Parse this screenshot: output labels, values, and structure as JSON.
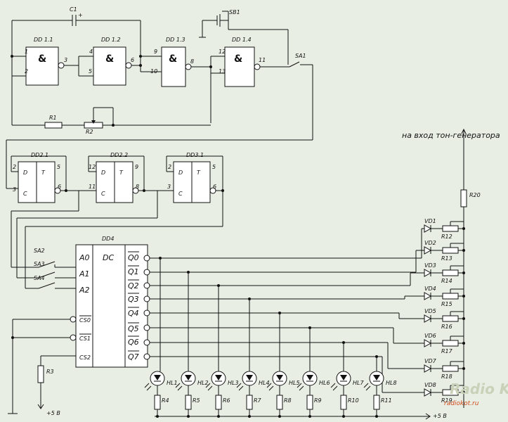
{
  "labels": {
    "C1": "C1",
    "C1plus": "+",
    "SB1": "SB1",
    "SA1": "SA1",
    "R1": "R1",
    "R2": "R2",
    "R3": "R3",
    "R20": "R20",
    "DD4": "DD4",
    "DC": "DC",
    "output_note": "на вход тон-генератора",
    "plus5_left": "+5 В",
    "plus5_right": "+5 В",
    "gate_symbol": "&",
    "D": "D",
    "T": "T",
    "C": "C"
  },
  "gates": [
    {
      "name": "DD 1.1",
      "in1": "1",
      "in2": "2",
      "out": "3"
    },
    {
      "name": "DD 1.2",
      "in1": "4",
      "in2": "5",
      "out": "6"
    },
    {
      "name": "DD 1.3",
      "in1": "9",
      "in2": "10",
      "out": "8"
    },
    {
      "name": "DD 1.4",
      "in1": "12",
      "in2": "13",
      "out": "11"
    }
  ],
  "flipflops": [
    {
      "name": "DD2.1",
      "d": "2",
      "t": "5",
      "c": "3",
      "q": "6"
    },
    {
      "name": "DD2.2",
      "d": "12",
      "t": "9",
      "c": "11",
      "q": "8"
    },
    {
      "name": "DD3.1",
      "d": "2",
      "t": "5",
      "c": "3",
      "q": "6"
    }
  ],
  "decoder": {
    "inputs": [
      "A0",
      "A1",
      "A2"
    ],
    "selects": [
      "CS0",
      "CS1",
      "CS2"
    ],
    "outputs": [
      "Q0",
      "Q1",
      "Q2",
      "Q3",
      "Q4",
      "Q5",
      "Q6",
      "Q7"
    ]
  },
  "switches": [
    "SA2",
    "SA3",
    "SA4"
  ],
  "diodes": [
    "VD1",
    "VD2",
    "VD3",
    "VD4",
    "VD5",
    "VD6",
    "VD7",
    "VD8"
  ],
  "diode_resistors": [
    "R12",
    "R13",
    "R14",
    "R15",
    "R16",
    "R17",
    "R18",
    "R19"
  ],
  "leds": [
    "HL1",
    "HL2",
    "HL3",
    "HL4",
    "HL5",
    "HL6",
    "HL7",
    "HL8"
  ],
  "led_resistors": [
    "R4",
    "R5",
    "R6",
    "R7",
    "R8",
    "R9",
    "R10",
    "R11"
  ],
  "watermark": {
    "text": "Radio KOT",
    "site": "radiokot.ru"
  }
}
